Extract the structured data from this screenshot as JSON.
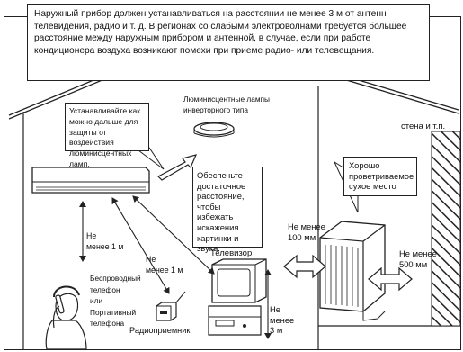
{
  "notice": {
    "lines": [
      "Наружный прибор должен устанавливаться на расстоянии не менее 3 м от антенн",
      "телевидения, радио и т. д. В регионах со слабыми электроволнами требуется большее",
      "расстояние между наружным прибором и антенной, в случае, если при работе",
      "кондиционера воздуха возникают помехи при приеме радио- или телевещания."
    ]
  },
  "labels": {
    "fluorescent_lamps": [
      "Люминисцентные лампы",
      "инверторного типа"
    ],
    "install_far": [
      "Устанавливайте как",
      "можно дальше для",
      "защиты от воздействия",
      "люминисцентных ламп."
    ],
    "ensure_distance": [
      "Обеспечьте",
      "достаточное",
      "расстояние,",
      "чтобы избежать",
      "искажения",
      "картинки и",
      "звука."
    ],
    "wall": "стена и т.п.",
    "well_ventilated": [
      "Хорошо",
      "проветриваемое",
      "сухое место"
    ],
    "min_100mm": [
      "Не менее",
      "100 мм"
    ],
    "min_500mm": [
      "Не менее",
      "500 мм"
    ],
    "min_1m_left": [
      "Не",
      "менее 1 м"
    ],
    "min_1m_mid": [
      "Не",
      "менее 1 м"
    ],
    "tv": "Телевизор",
    "phones": [
      "Беспроводный",
      "телефон",
      "или",
      "Портативный",
      "телефона"
    ],
    "radio": "Радиоприемник",
    "min_3m": [
      "Не",
      "менее",
      "3 м"
    ]
  }
}
